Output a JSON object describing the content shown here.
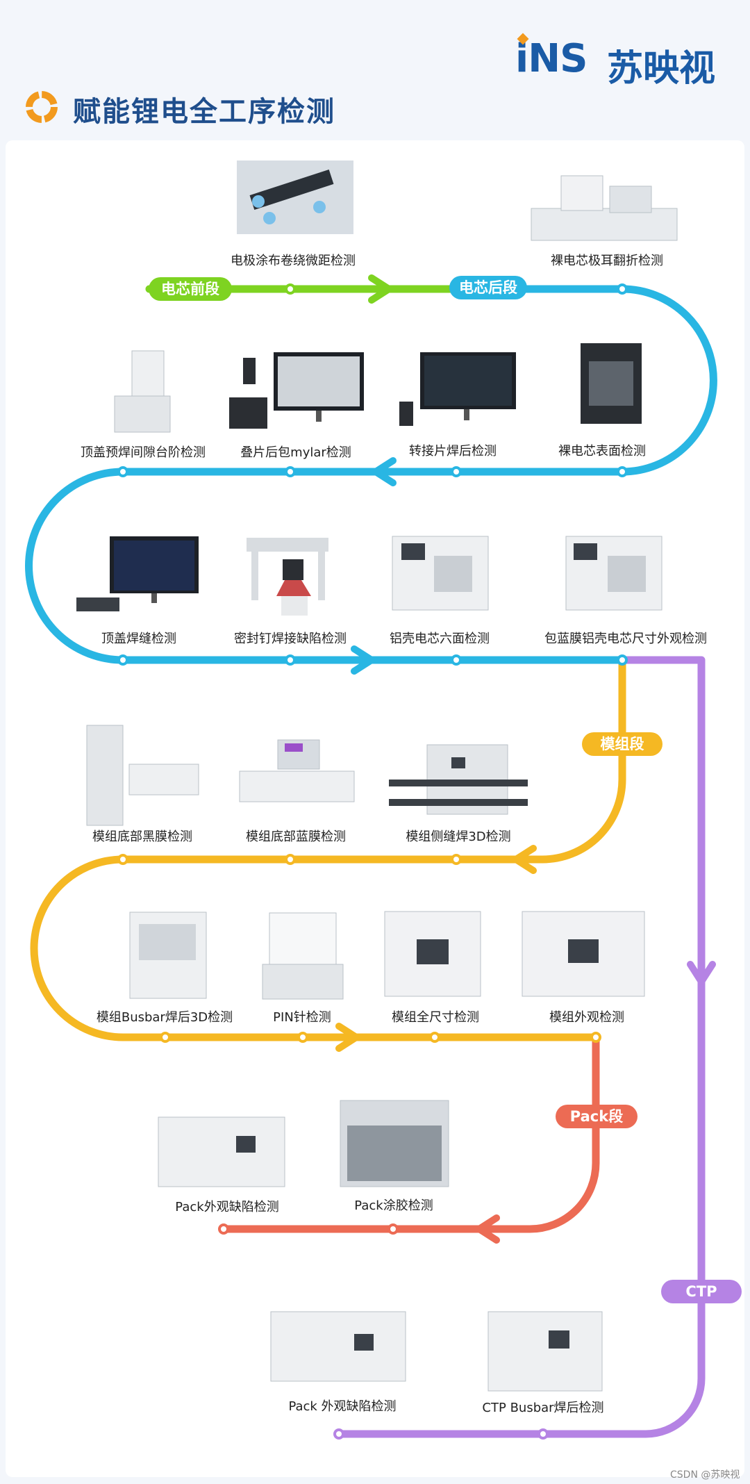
{
  "header": {
    "title": "赋能锂电全工序检测",
    "logo_ins": "iNS",
    "logo_cn": "苏映视"
  },
  "colors": {
    "front": "#7ed321",
    "cell": "#29b6e3",
    "module": "#f5b823",
    "pack": "#ec6b54",
    "ctp": "#b583e4",
    "title": "#1f4e8c",
    "logo": "#1a5ba6",
    "icon": "#f29a1e"
  },
  "stages": {
    "front": "电芯前段",
    "cell": "电芯后段",
    "module": "模组段",
    "pack": "Pack段",
    "ctp": "CTP"
  },
  "items": {
    "s1": [
      "电极涂布卷绕微距检测",
      "裸电芯极耳翻折检测"
    ],
    "s2": [
      "顶盖预焊间隙台阶检测",
      "叠片后包mylar检测",
      "转接片焊后检测",
      "裸电芯表面检测"
    ],
    "s3": [
      "顶盖焊缝检测",
      "密封钉焊接缺陷检测",
      "铝壳电芯六面检测",
      "包蓝膜铝壳电芯尺寸外观检测"
    ],
    "s4": [
      "模组底部黑膜检测",
      "模组底部蓝膜检测",
      "模组侧缝焊3D检测"
    ],
    "s5": [
      "模组Busbar焊后3D检测",
      "PIN针检测",
      "模组全尺寸检测",
      "模组外观检测"
    ],
    "s6": [
      "Pack外观缺陷检测",
      "Pack涂胶检测"
    ],
    "s7": [
      "Pack 外观缺陷检测",
      "CTP Busbar焊后检测"
    ]
  },
  "footer": "CSDN @苏映视"
}
